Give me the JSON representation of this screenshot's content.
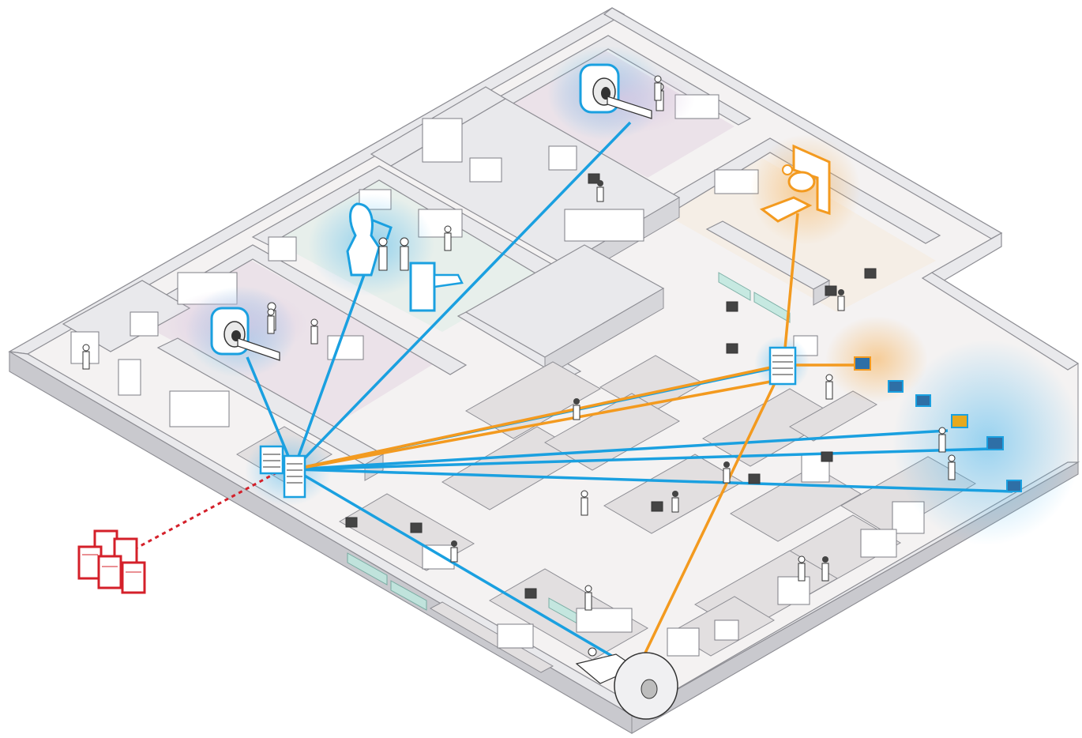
{
  "colors": {
    "blue_link": "#1aa0e0",
    "orange_link": "#f39a1f",
    "red_link": "#d4202a",
    "blue_glow": "#4cb8ef",
    "orange_glow": "#f7b35a",
    "floor": "#f4f2f2",
    "wall": "#e9e9ec"
  },
  "icons": {
    "primary_hub": "network-rack-icon",
    "secondary_hub": "network-rack-icon",
    "remote_datacenter": "server-cluster-icon",
    "mri_scanner": "mri-scanner-icon",
    "surgical_robot": "surgical-robot-icon",
    "imaging_arm": "x-ray-arm-icon",
    "ct_scanner": "ct-scanner-icon",
    "workstation": "monitor-icon"
  },
  "connections": {
    "blue_count": 8,
    "orange_count": 5,
    "red_dashed_count": 1
  }
}
